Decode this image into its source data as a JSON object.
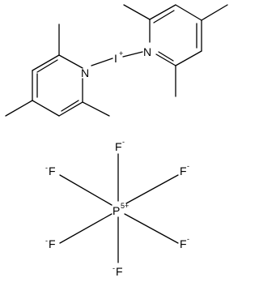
{
  "structure": {
    "iodonium": {
      "nitrogen_left": "N",
      "nitrogen_right": "N",
      "iodine": "I",
      "iodine_charge": "+"
    },
    "anion": {
      "phosphorus": "P",
      "phosphorus_charge": "5+",
      "fluorine_label": "F",
      "fluoride_charge": "-"
    }
  }
}
